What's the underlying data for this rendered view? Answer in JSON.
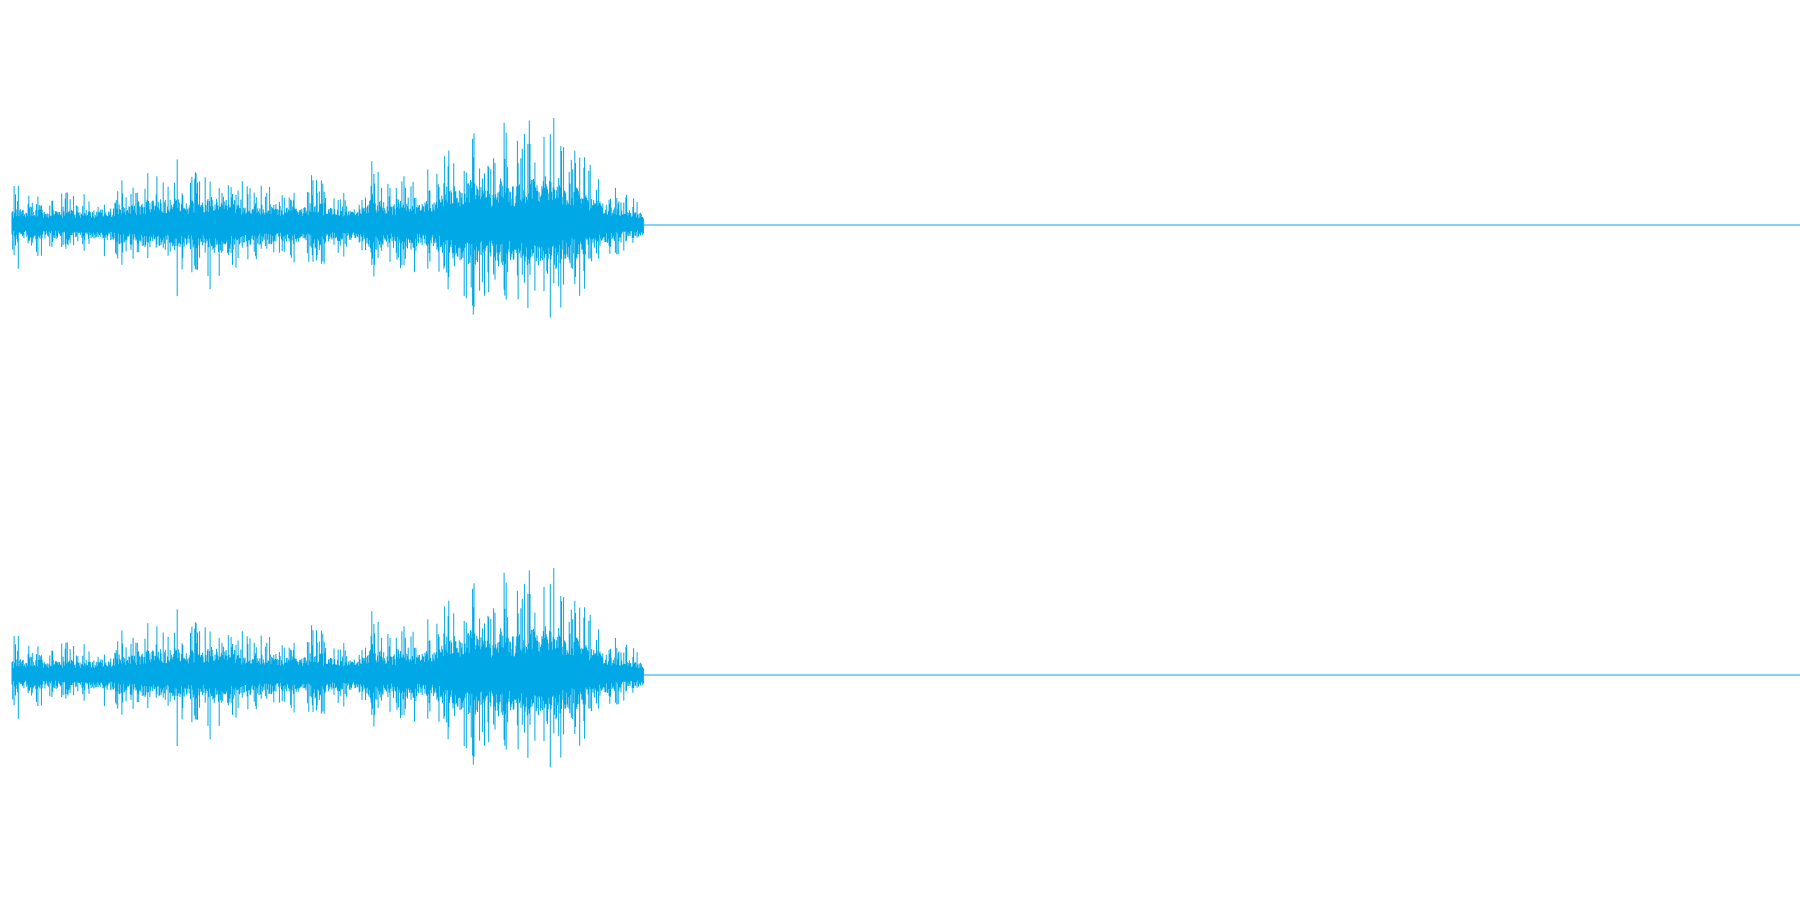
{
  "waveform": {
    "color": "#00a8e6",
    "background": "#ffffff",
    "channel_count": 2,
    "channels": [
      {
        "channel": "left"
      },
      {
        "channel": "right"
      }
    ],
    "active_fraction": 0.36,
    "envelope": [
      0.1,
      0.42,
      0.12,
      0.1,
      0.14,
      0.13,
      0.1,
      0.15,
      0.12,
      0.11,
      0.13,
      0.12,
      0.14,
      0.12,
      0.1,
      0.13,
      0.12,
      0.11,
      0.14,
      0.12,
      0.15,
      0.28,
      0.18,
      0.2,
      0.16,
      0.25,
      0.18,
      0.33,
      0.22,
      0.3,
      0.24,
      0.2,
      0.62,
      0.28,
      0.22,
      0.35,
      0.2,
      0.26,
      0.3,
      0.48,
      0.32,
      0.75,
      0.4,
      0.55,
      0.18,
      0.2,
      0.16,
      0.22,
      0.24,
      0.18,
      0.2,
      0.16,
      0.22,
      0.18,
      0.15,
      0.2,
      0.17,
      0.16,
      0.24,
      0.48,
      0.2,
      0.18,
      0.16,
      0.2,
      0.15,
      0.14,
      0.16,
      0.12,
      0.14,
      0.22,
      0.4,
      0.3,
      0.2,
      0.18,
      0.16,
      0.18,
      0.22,
      0.3,
      0.26,
      0.2,
      0.18,
      0.24,
      0.2,
      0.26,
      0.3,
      0.5,
      0.38,
      0.42,
      0.48,
      0.55,
      0.62,
      0.45,
      0.4,
      0.36,
      0.5,
      1.0,
      0.55,
      0.42,
      0.38,
      0.45,
      0.55,
      0.6,
      0.48,
      0.52,
      0.65,
      0.58,
      0.72,
      0.5,
      0.45,
      0.42,
      0.55,
      0.48,
      0.4,
      0.35,
      0.3,
      0.28,
      0.22,
      0.2,
      0.18,
      0.16,
      0.15,
      0.14,
      0.12,
      0.1
    ],
    "sustained": [
      0.06,
      0.08,
      0.07,
      0.06,
      0.07,
      0.08,
      0.07,
      0.06,
      0.07,
      0.06,
      0.07,
      0.08,
      0.07,
      0.06,
      0.07,
      0.07,
      0.06,
      0.07,
      0.08,
      0.07,
      0.08,
      0.1,
      0.09,
      0.1,
      0.09,
      0.1,
      0.11,
      0.12,
      0.1,
      0.12,
      0.11,
      0.1,
      0.13,
      0.12,
      0.1,
      0.12,
      0.11,
      0.1,
      0.12,
      0.14,
      0.13,
      0.16,
      0.14,
      0.12,
      0.1,
      0.09,
      0.09,
      0.1,
      0.1,
      0.09,
      0.1,
      0.09,
      0.09,
      0.08,
      0.08,
      0.09,
      0.09,
      0.08,
      0.1,
      0.12,
      0.1,
      0.09,
      0.08,
      0.09,
      0.08,
      0.07,
      0.08,
      0.07,
      0.08,
      0.1,
      0.14,
      0.12,
      0.11,
      0.1,
      0.09,
      0.1,
      0.12,
      0.13,
      0.12,
      0.1,
      0.1,
      0.12,
      0.11,
      0.12,
      0.14,
      0.18,
      0.16,
      0.17,
      0.18,
      0.2,
      0.22,
      0.18,
      0.17,
      0.16,
      0.19,
      0.22,
      0.2,
      0.18,
      0.17,
      0.19,
      0.21,
      0.23,
      0.2,
      0.21,
      0.25,
      0.22,
      0.24,
      0.18,
      0.16,
      0.15,
      0.18,
      0.16,
      0.14,
      0.12,
      0.11,
      0.1,
      0.09,
      0.08,
      0.08,
      0.07,
      0.07,
      0.06,
      0.06,
      0.05
    ]
  }
}
